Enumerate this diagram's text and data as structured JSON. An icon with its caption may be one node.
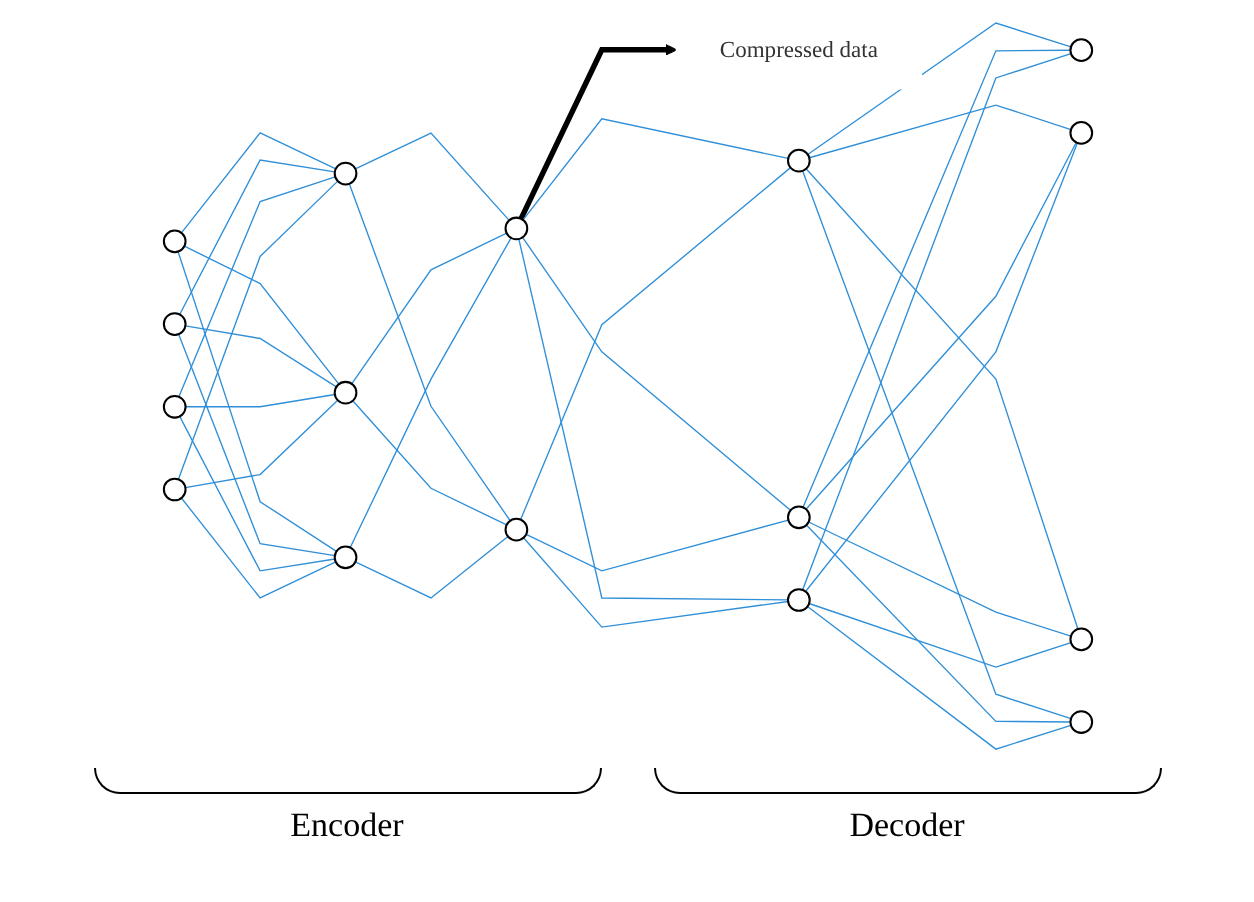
{
  "diagram": {
    "nodes": [
      {
        "text": [
          "Compressed data"
        ]
      },
      {
        "text": [],
        "shape": "circle"
      },
      {
        "text": [],
        "shape": "circle"
      },
      {
        "text": [],
        "shape": "circle"
      },
      {
        "text": [],
        "shape": "circle"
      },
      {
        "text": [],
        "shape": "circle"
      },
      {
        "text": [],
        "shape": "circle"
      },
      {
        "text": [],
        "shape": "circle"
      },
      {
        "text": [],
        "shape": "circle"
      },
      {
        "text": [],
        "shape": "circle"
      },
      {
        "text": [],
        "shape": "circle"
      },
      {
        "text": [],
        "shape": "circle"
      },
      {
        "text": [],
        "shape": "circle"
      },
      {
        "text": [],
        "shape": "circle"
      },
      {
        "text": [],
        "shape": "circle"
      },
      {
        "text": [],
        "shape": "circle"
      },
      {
        "text": [],
        "shape": "circle"
      }
    ],
    "edges": [
      {
        "from": 8,
        "to": 0,
        "arrow": "to",
        "style": "thick",
        "color": "#000000"
      },
      {
        "from": 1,
        "to": 5,
        "arrow": "none"
      },
      {
        "from": 1,
        "to": 6,
        "arrow": "none"
      },
      {
        "from": 1,
        "to": 7,
        "arrow": "none"
      },
      {
        "from": 2,
        "to": 5,
        "arrow": "none"
      },
      {
        "from": 2,
        "to": 6,
        "arrow": "none"
      },
      {
        "from": 2,
        "to": 7,
        "arrow": "none"
      },
      {
        "from": 3,
        "to": 5,
        "arrow": "none"
      },
      {
        "from": 3,
        "to": 6,
        "arrow": "none"
      },
      {
        "from": 3,
        "to": 7,
        "arrow": "none"
      },
      {
        "from": 4,
        "to": 5,
        "arrow": "none"
      },
      {
        "from": 4,
        "to": 6,
        "arrow": "none"
      },
      {
        "from": 4,
        "to": 7,
        "arrow": "none"
      },
      {
        "from": 5,
        "to": 8,
        "arrow": "none"
      },
      {
        "from": 5,
        "to": 9,
        "arrow": "none"
      },
      {
        "from": 6,
        "to": 8,
        "arrow": "none"
      },
      {
        "from": 6,
        "to": 9,
        "arrow": "none"
      },
      {
        "from": 7,
        "to": 8,
        "arrow": "none"
      },
      {
        "from": 7,
        "to": 9,
        "arrow": "none"
      },
      {
        "from": 8,
        "to": 10,
        "arrow": "none"
      },
      {
        "from": 8,
        "to": 11,
        "arrow": "none"
      },
      {
        "from": 8,
        "to": 12,
        "arrow": "none"
      },
      {
        "from": 9,
        "to": 10,
        "arrow": "none"
      },
      {
        "from": 9,
        "to": 11,
        "arrow": "none"
      },
      {
        "from": 9,
        "to": 12,
        "arrow": "none"
      },
      {
        "from": 10,
        "to": 13,
        "arrow": "none"
      },
      {
        "from": 10,
        "to": 14,
        "arrow": "none"
      },
      {
        "from": 10,
        "to": 15,
        "arrow": "none"
      },
      {
        "from": 10,
        "to": 16,
        "arrow": "none"
      },
      {
        "from": 11,
        "to": 13,
        "arrow": "none"
      },
      {
        "from": 11,
        "to": 14,
        "arrow": "none"
      },
      {
        "from": 11,
        "to": 15,
        "arrow": "none"
      },
      {
        "from": 11,
        "to": 16,
        "arrow": "none"
      },
      {
        "from": 12,
        "to": 13,
        "arrow": "none"
      },
      {
        "from": 12,
        "to": 14,
        "arrow": "none"
      },
      {
        "from": 12,
        "to": 15,
        "arrow": "none"
      },
      {
        "from": 12,
        "to": 16,
        "arrow": "none"
      }
    ],
    "labels": [
      "Encoder",
      "Decoder"
    ]
  }
}
